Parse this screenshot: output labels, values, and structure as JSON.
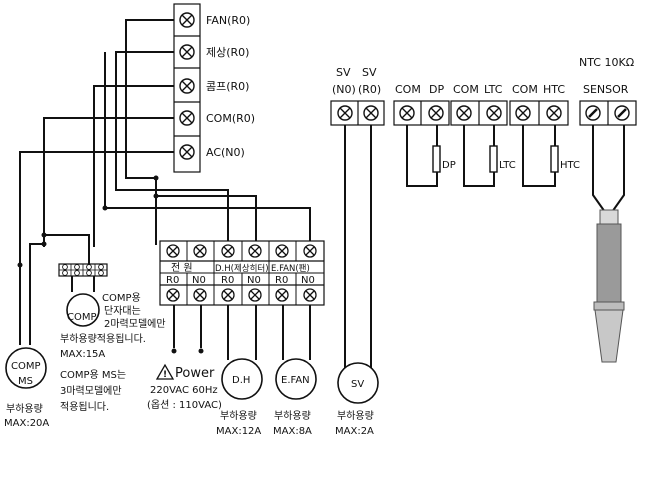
{
  "relay": {
    "labels": [
      "FAN(R0)",
      "제상(R0)",
      "콤프(R0)",
      "COM(R0)",
      "AC(N0)"
    ]
  },
  "sv_header": {
    "labels": [
      "SV",
      "SV"
    ],
    "sublabels": [
      "(N0)",
      "(R0)"
    ]
  },
  "pairs": [
    {
      "left": "COM",
      "right": "DP",
      "switch": "DP"
    },
    {
      "left": "COM",
      "right": "LTC",
      "switch": "LTC"
    },
    {
      "left": "COM",
      "right": "HTC",
      "switch": "HTC"
    }
  ],
  "sensor": {
    "title": "NTC 10KΩ",
    "label": "SENSOR"
  },
  "main_terminal": {
    "row_labels": [
      "전 원",
      "D.H(제상히터)",
      "E.FAN(팬)"
    ],
    "sub_labels": [
      "R0",
      "N0",
      "R0",
      "N0",
      "R0",
      "N0"
    ]
  },
  "comp_relay": {
    "label": "COMP",
    "note": [
      "COMP용",
      "단자대는",
      "2마력모델에만",
      "부하용량적용됩니다."
    ],
    "max": "MAX:15A"
  },
  "comp_ms": {
    "label": [
      "COMP",
      "MS"
    ],
    "note": [
      "COMP용 MS는",
      "3마력모델에만",
      "적용됩니다."
    ],
    "load": [
      "부하용량",
      "MAX:20A"
    ]
  },
  "power": {
    "title": "Power",
    "warn_symbol": "!",
    "lines": [
      "220VAC 60Hz",
      "(옵션 : 110VAC)"
    ]
  },
  "loads": [
    {
      "label": "D.H",
      "load": [
        "부하용량",
        "MAX:12A"
      ]
    },
    {
      "label": "E.FAN",
      "load": [
        "부하용량",
        "MAX:8A"
      ]
    },
    {
      "label": "SV",
      "load": [
        "부하용량",
        "MAX:2A"
      ]
    }
  ]
}
